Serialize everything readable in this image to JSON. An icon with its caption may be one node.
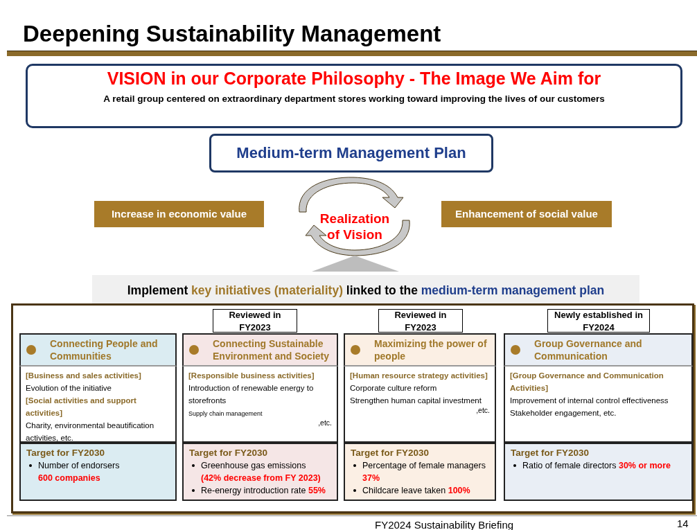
{
  "diagram": {
    "title": "Deepening Sustainability Management",
    "nodes": [
      {
        "text": [
          "VISION in our Corporate Philosophy - The Image We Aim for",
          "A retail group centered on extraordinary department stores working toward improving the lives of our customers"
        ]
      },
      {
        "text": [
          "Medium-term Management Plan"
        ]
      },
      {
        "text": [
          "Increase in economic value"
        ]
      },
      {
        "text": [
          "Realization of Vision"
        ]
      },
      {
        "text": [
          "Enhancement of social value"
        ]
      },
      {
        "text": [
          "Implement",
          "key initiatives (materiality)",
          "linked to the",
          "medium-term management plan"
        ]
      },
      {
        "text": [],
        "shape": "box"
      },
      {
        "text": [
          "Reviewed in FY2023"
        ],
        "in": 6
      },
      {
        "text": [
          "Reviewed in FY2023"
        ],
        "in": 6
      },
      {
        "text": [
          "Newly established in FY2024"
        ],
        "in": 6
      },
      {
        "text": [
          "Connecting People and Communities"
        ],
        "in": 6
      },
      {
        "text": [
          "[Business and sales activities]",
          "Evolution of the initiative",
          "[Social activities and support activities]",
          "Charity, environmental beautification activities, etc."
        ],
        "in": 6
      },
      {
        "text": [
          "Target for FY2030",
          "Number of endorsers",
          "600 companies"
        ],
        "in": 6
      },
      {
        "text": [
          "Connecting Sustainable Environment and Society"
        ],
        "in": 6
      },
      {
        "text": [
          "[Responsible business activities]",
          "Introduction of renewable energy to storefronts",
          "Supply chain management",
          ",etc."
        ],
        "in": 6
      },
      {
        "text": [
          "Target for FY2030",
          "Greenhouse gas emissions",
          "(42% decrease from FY 2023)",
          "Re-energy introduction rate",
          "55%"
        ],
        "in": 6
      },
      {
        "text": [
          "Maximizing the power of people"
        ],
        "in": 6
      },
      {
        "text": [
          "[Human resource strategy activities]",
          "Corporate culture reform",
          "Strengthen human capital investment",
          ",etc."
        ],
        "in": 6
      },
      {
        "text": [
          "Target for FY2030",
          "Percentage of female managers",
          "37%",
          "Childcare leave taken",
          "100%"
        ],
        "in": 6
      },
      {
        "text": [
          "Group Governance and Communication"
        ],
        "in": 6
      },
      {
        "text": [
          "[Group Governance and Communication Activities]",
          "Improvement of internal control effectiveness",
          "Stakeholder engagement, etc."
        ],
        "in": 6
      },
      {
        "text": [
          "Target for FY2030",
          "Ratio of female directors",
          "30% or more"
        ],
        "in": 6
      }
    ],
    "labels": [
      "FY2024 Sustainability Briefing",
      "14"
    ]
  }
}
